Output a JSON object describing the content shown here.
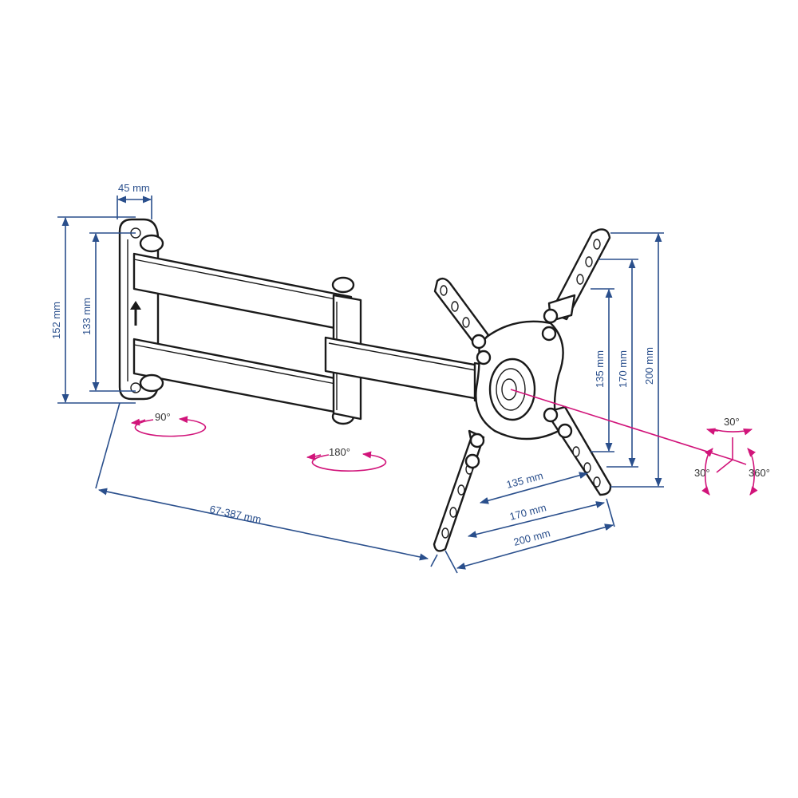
{
  "colors": {
    "dimension": "#2a4f8c",
    "rotation": "#d1147a",
    "outline": "#1a1a1a"
  },
  "dimensions": {
    "plate_depth": "45 mm",
    "height_outer": "152 mm",
    "height_inner": "133 mm",
    "extension": "67-387 mm",
    "vesa_h_1": "135 mm",
    "vesa_h_2": "170 mm",
    "vesa_h_3": "200 mm",
    "vesa_v_1": "135 mm",
    "vesa_v_2": "170 mm",
    "vesa_v_3": "200 mm"
  },
  "rotations": {
    "wall_swivel": "90°",
    "arm_swivel": "180°",
    "pan": "30°",
    "tilt": "30°",
    "rotate": "360°"
  },
  "icons": [
    "up-arrow-icon",
    "rotation-arrow-icon",
    "axis-icon"
  ]
}
